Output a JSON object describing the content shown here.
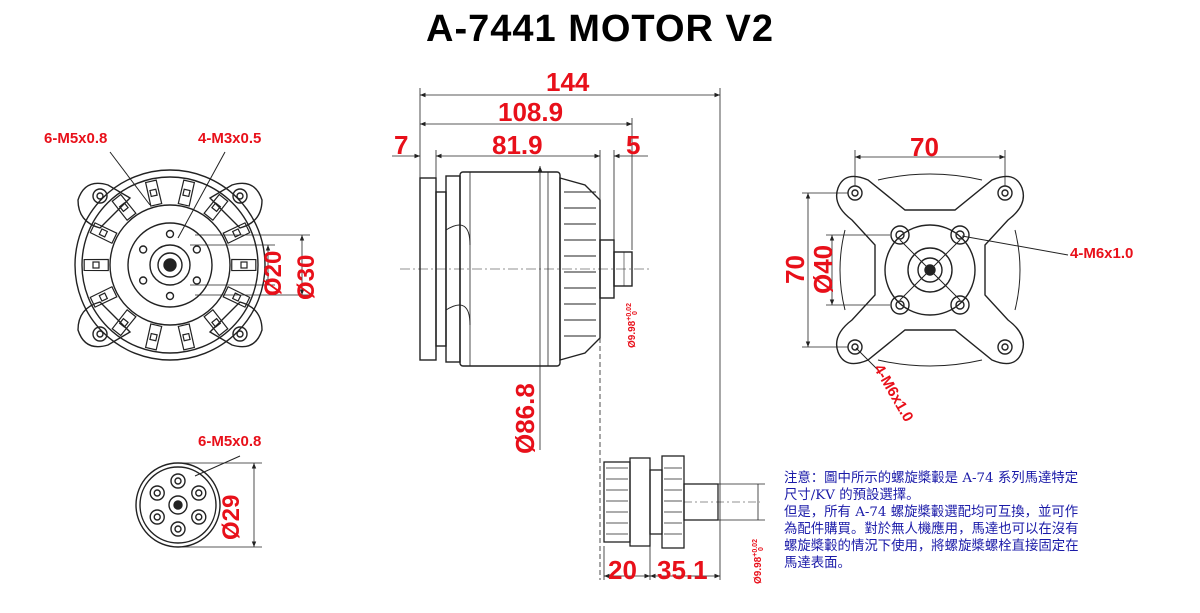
{
  "title": "A-7441 MOTOR V2",
  "front_view": {
    "callout_top_left": "6-M5x0.8",
    "callout_top_right": "4-M3x0.5",
    "dim_inner": "Ø20",
    "dim_outer": "Ø30"
  },
  "propeller_adapter_view": {
    "callout": "6-M5x0.8",
    "dim_diameter": "Ø29"
  },
  "side_view": {
    "overall_length": "144",
    "body_with_mount": "108.9",
    "mount_thickness": "7",
    "can_length": "81.9",
    "shaft_step": "5",
    "can_diameter": "Ø86.8",
    "shaft_diameter": "Ø9.98",
    "shaft_tolerance_upper": "+0.02",
    "shaft_tolerance_lower": "0"
  },
  "adapter_side_view": {
    "adapter_length": "20",
    "shaft_extension": "35.1",
    "shaft_diameter": "Ø9.98",
    "shaft_tolerance_upper": "+0.02",
    "shaft_tolerance_lower": "0"
  },
  "rear_view": {
    "width": "70",
    "height": "70",
    "bolt_circle": "Ø40",
    "callout_right": "4-M6x1.0",
    "callout_diagonal": "4-M6x1.0"
  },
  "note": {
    "lines": [
      "注意：圖中所示的螺旋槳轂是 A-74 系列馬達特定",
      "尺寸/KV 的預設選擇。",
      "但是，所有 A-74 螺旋槳轂選配均可互換，並可作",
      "為配件購買。對於無人機應用，馬達也可以在沒有",
      "螺旋槳轂的情況下使用，將螺旋槳螺栓直接固定在",
      "馬達表面。"
    ]
  },
  "colors": {
    "dimension_text": "#e8101a",
    "note_text": "#1a1aa8",
    "linework": "#222222"
  }
}
